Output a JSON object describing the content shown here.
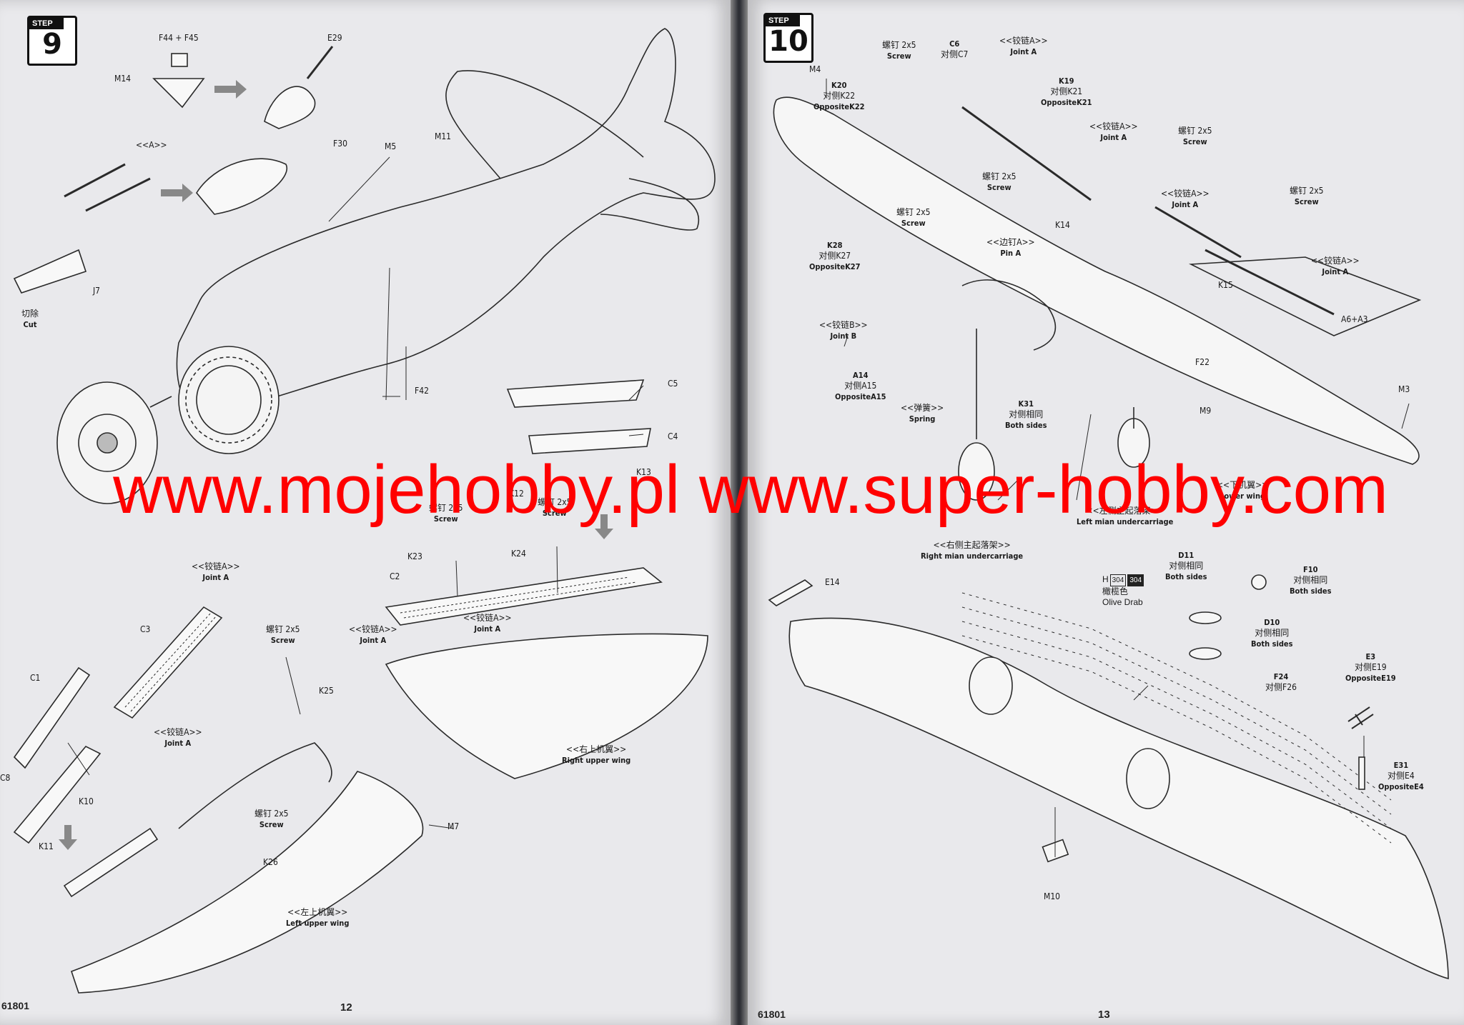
{
  "watermark": {
    "text": "www.mojehobby.pl www.super-hobby.com",
    "color": "#ff0000"
  },
  "left_page": {
    "step": {
      "tag": "STEP",
      "number": "9"
    },
    "kit_code": "61801",
    "page_number": "12",
    "labels": {
      "f44f45": "F44 + F45",
      "e29": "E29",
      "m14": "M14",
      "joint_a_top": "<<A>>",
      "f30": "F30",
      "m5": "M5",
      "m11": "M11",
      "cut_cn": "切除",
      "cut_en": "Cut",
      "j7": "J7",
      "f42": "F42",
      "c5": "C5",
      "c4": "C4",
      "k13": "K13",
      "k12": "K12",
      "screw1_cn": "螺钉 2x5",
      "screw1_en": "Screw",
      "screw2_cn": "螺钉 2x5",
      "screw2_en": "Screw",
      "k23": "K23",
      "k24": "K24",
      "c2": "C2",
      "jointA1_cn": "<<铰链A>>",
      "jointA1_en": "Joint A",
      "jointA2_cn": "<<铰链A>>",
      "jointA2_en": "Joint A",
      "jointA3_cn": "<<铰链A>>",
      "jointA3_en": "Joint A",
      "jointA4_cn": "<<铰链A>>",
      "jointA4_en": "Joint A",
      "c3": "C3",
      "c1": "C1",
      "c8": "C8",
      "k10": "K10",
      "k11": "K11",
      "screw3_cn": "螺钉 2x5",
      "screw3_en": "Screw",
      "k25": "K25",
      "screw4_cn": "螺钉 2x5",
      "screw4_en": "Screw",
      "k26": "K26",
      "m7": "M7",
      "right_upper_wing_cn": "<<右上机翼>>",
      "right_upper_wing_en": "Right upper wing",
      "left_upper_wing_cn": "<<左上机翼>>",
      "left_upper_wing_en": "Left upper wing"
    }
  },
  "right_page": {
    "step": {
      "tag": "STEP",
      "number": "10"
    },
    "kit_code": "61801",
    "page_number": "13",
    "labels": {
      "m4": "M4",
      "screw_c6_cn": "螺钉 2x5",
      "screw_c6_en": "Screw",
      "c6": "C6",
      "c7": "对侧C7",
      "jointA_top_cn": "<<铰链A>>",
      "jointA_top_en": "Joint A",
      "k20": "K20",
      "k22_cn": "对侧K22",
      "k22_en": "OppositeK22",
      "k19": "K19",
      "k21_cn": "对侧K21",
      "k21_en": "OppositeK21",
      "jointA2_cn": "<<铰链A>>",
      "jointA2_en": "Joint A",
      "screw_r1_cn": "螺钉 2x5",
      "screw_r1_en": "Screw",
      "screw_mid_cn": "螺钉 2x5",
      "screw_mid_en": "Screw",
      "jointA3_cn": "<<铰链A>>",
      "jointA3_en": "Joint A",
      "screw_r2_cn": "螺钉 2x5",
      "screw_r2_en": "Screw",
      "k14": "K14",
      "screw_left_cn": "螺钉 2x5",
      "screw_left_en": "Screw",
      "k28": "K28",
      "k27_cn": "对侧K27",
      "k27_en": "OppositeK27",
      "pinA_cn": "<<边钉A>>",
      "pinA_en": "Pin A",
      "k15": "K15",
      "jointA4_cn": "<<铰链A>>",
      "jointA4_en": "Joint A",
      "a6a3": "A6+A3",
      "jointB_cn": "<<铰链B>>",
      "jointB_en": "Joint B",
      "f22": "F22",
      "a14": "A14",
      "a15_cn": "对侧A15",
      "a15_en": "OppositeA15",
      "m9": "M9",
      "m3": "M3",
      "spring_cn": "<<弹簧>>",
      "spring_en": "Spring",
      "k31": "K31",
      "k31_both_cn": "对侧相同",
      "k31_both_en": "Both sides",
      "lower_wing_cn": "<<下机翼>>",
      "lower_wing_en": "Lower wing",
      "left_uc_cn": "<<左侧主起落架>>",
      "left_uc_en": "Left mian undercarriage",
      "right_uc_cn": "<<右侧主起落架>>",
      "right_uc_en": "Right mian undercarriage",
      "e14": "E14",
      "paint_prefix": "H",
      "paint_code1": "304",
      "paint_code2": "304",
      "paint_cn": "橄榄色",
      "paint_en": "Olive Drab",
      "d11": "D11",
      "d11_cn": "对侧相同",
      "d11_en": "Both sides",
      "f10": "F10",
      "f10_cn": "对侧相同",
      "f10_en": "Both sides",
      "d10": "D10",
      "d10_cn": "对侧相同",
      "d10_en": "Both sides",
      "e3": "E3",
      "e19_cn": "对侧E19",
      "e19_en": "OppositeE19",
      "f24": "F24",
      "f26": "对侧F26",
      "e31": "E31",
      "e4_cn": "对侧E4",
      "e4_en": "OppositeE4",
      "m10": "M10"
    }
  }
}
